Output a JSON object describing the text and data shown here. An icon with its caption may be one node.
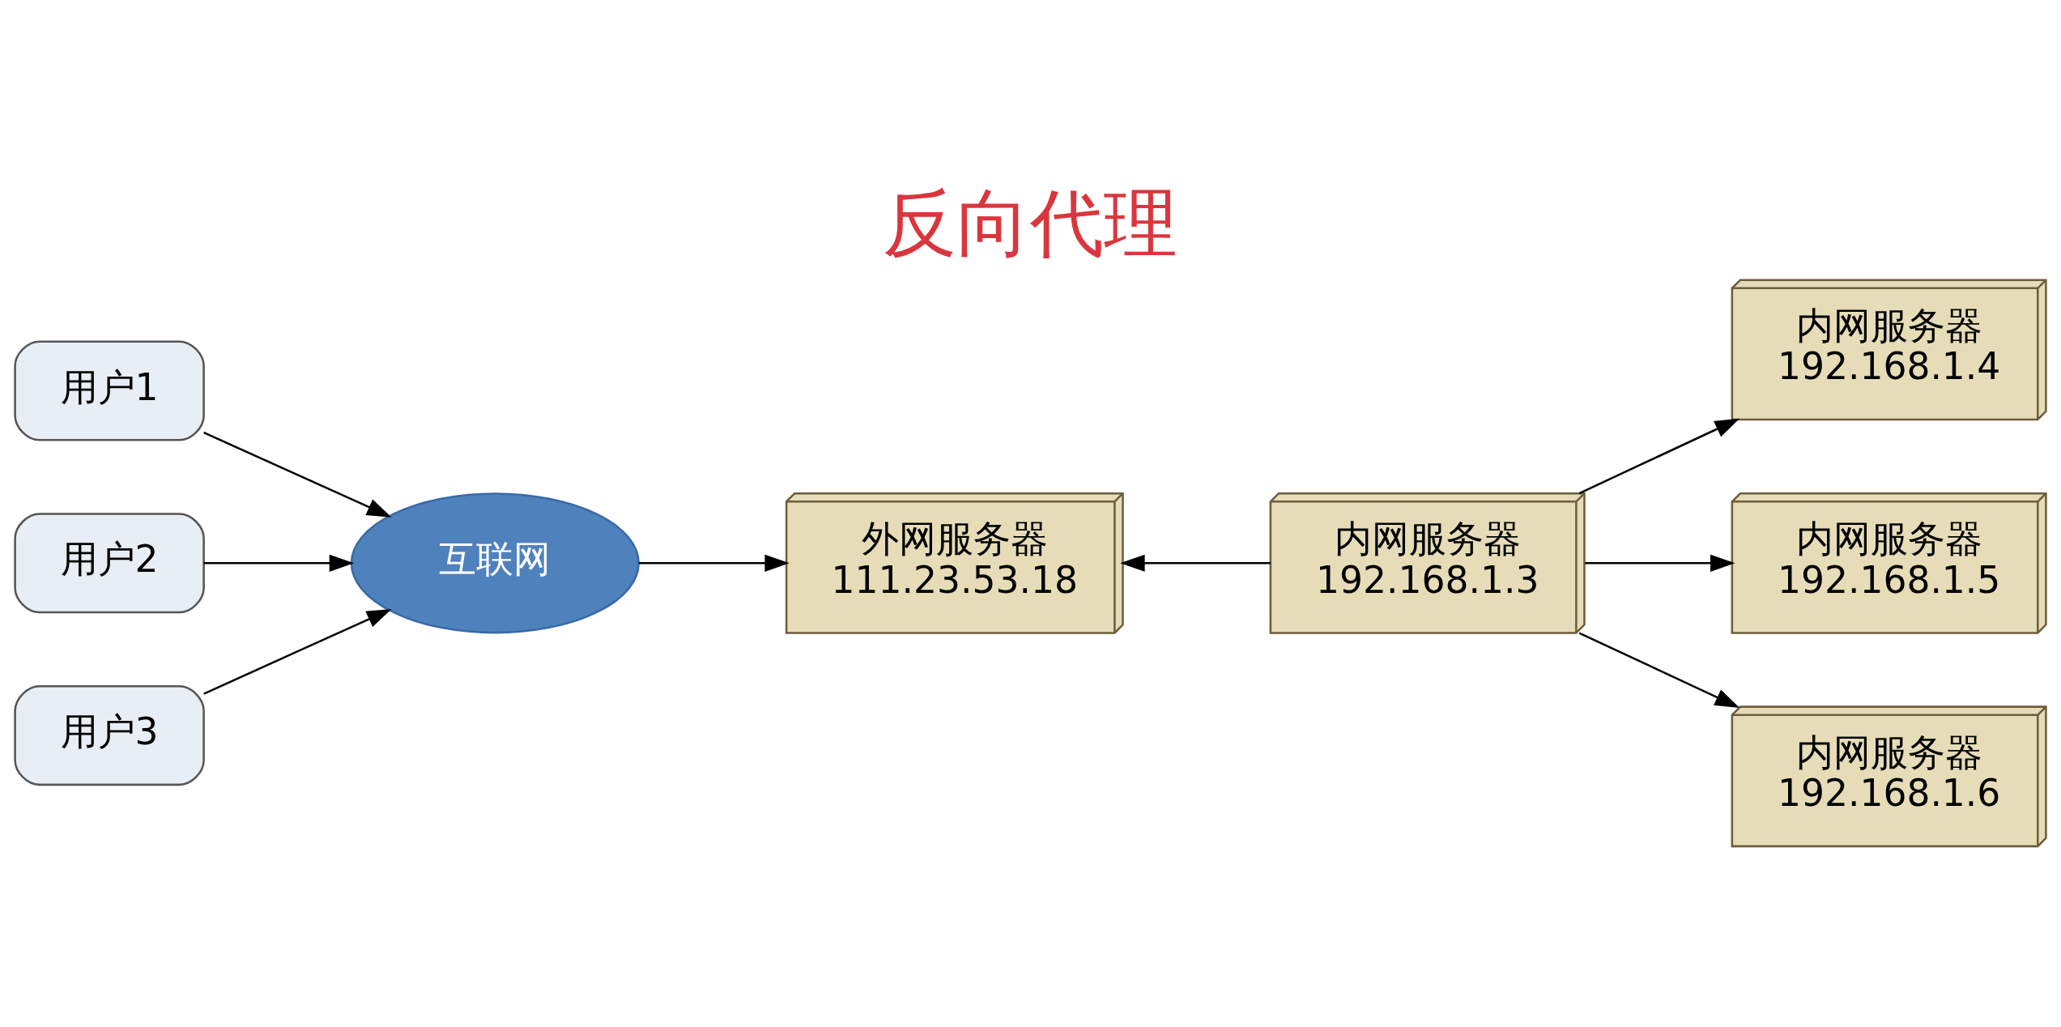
{
  "diagram": {
    "title": "反向代理",
    "nodes": [
      {
        "text": [
          "用户1"
        ]
      },
      {
        "text": [
          "用户2"
        ]
      },
      {
        "text": [
          "用户3"
        ]
      },
      {
        "text": [
          "互联网"
        ]
      },
      {
        "text": [
          "外网服务器",
          "111.23.53.18"
        ]
      },
      {
        "text": [
          "内网服务器",
          "192.168.1.3"
        ]
      },
      {
        "text": [
          "内网服务器",
          "192.168.1.4"
        ]
      },
      {
        "text": [
          "内网服务器",
          "192.168.1.5"
        ]
      },
      {
        "text": [
          "内网服务器",
          "192.168.1.6"
        ]
      }
    ],
    "edges": [
      {
        "from": 0,
        "to": 3,
        "arrow": "to"
      },
      {
        "from": 1,
        "to": 3,
        "arrow": "to"
      },
      {
        "from": 2,
        "to": 3,
        "arrow": "to"
      },
      {
        "from": 3,
        "to": 4,
        "arrow": "to"
      },
      {
        "from": 5,
        "to": 4,
        "arrow": "to"
      },
      {
        "from": 5,
        "to": 6,
        "arrow": "to"
      },
      {
        "from": 5,
        "to": 7,
        "arrow": "to"
      },
      {
        "from": 5,
        "to": 8,
        "arrow": "to"
      }
    ]
  }
}
